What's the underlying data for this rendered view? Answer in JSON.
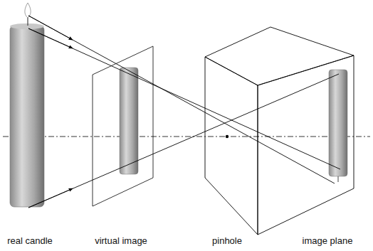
{
  "diagram": {
    "labels": [
      "real candle",
      "virtual image",
      "pinhole",
      "image plane"
    ]
  }
}
